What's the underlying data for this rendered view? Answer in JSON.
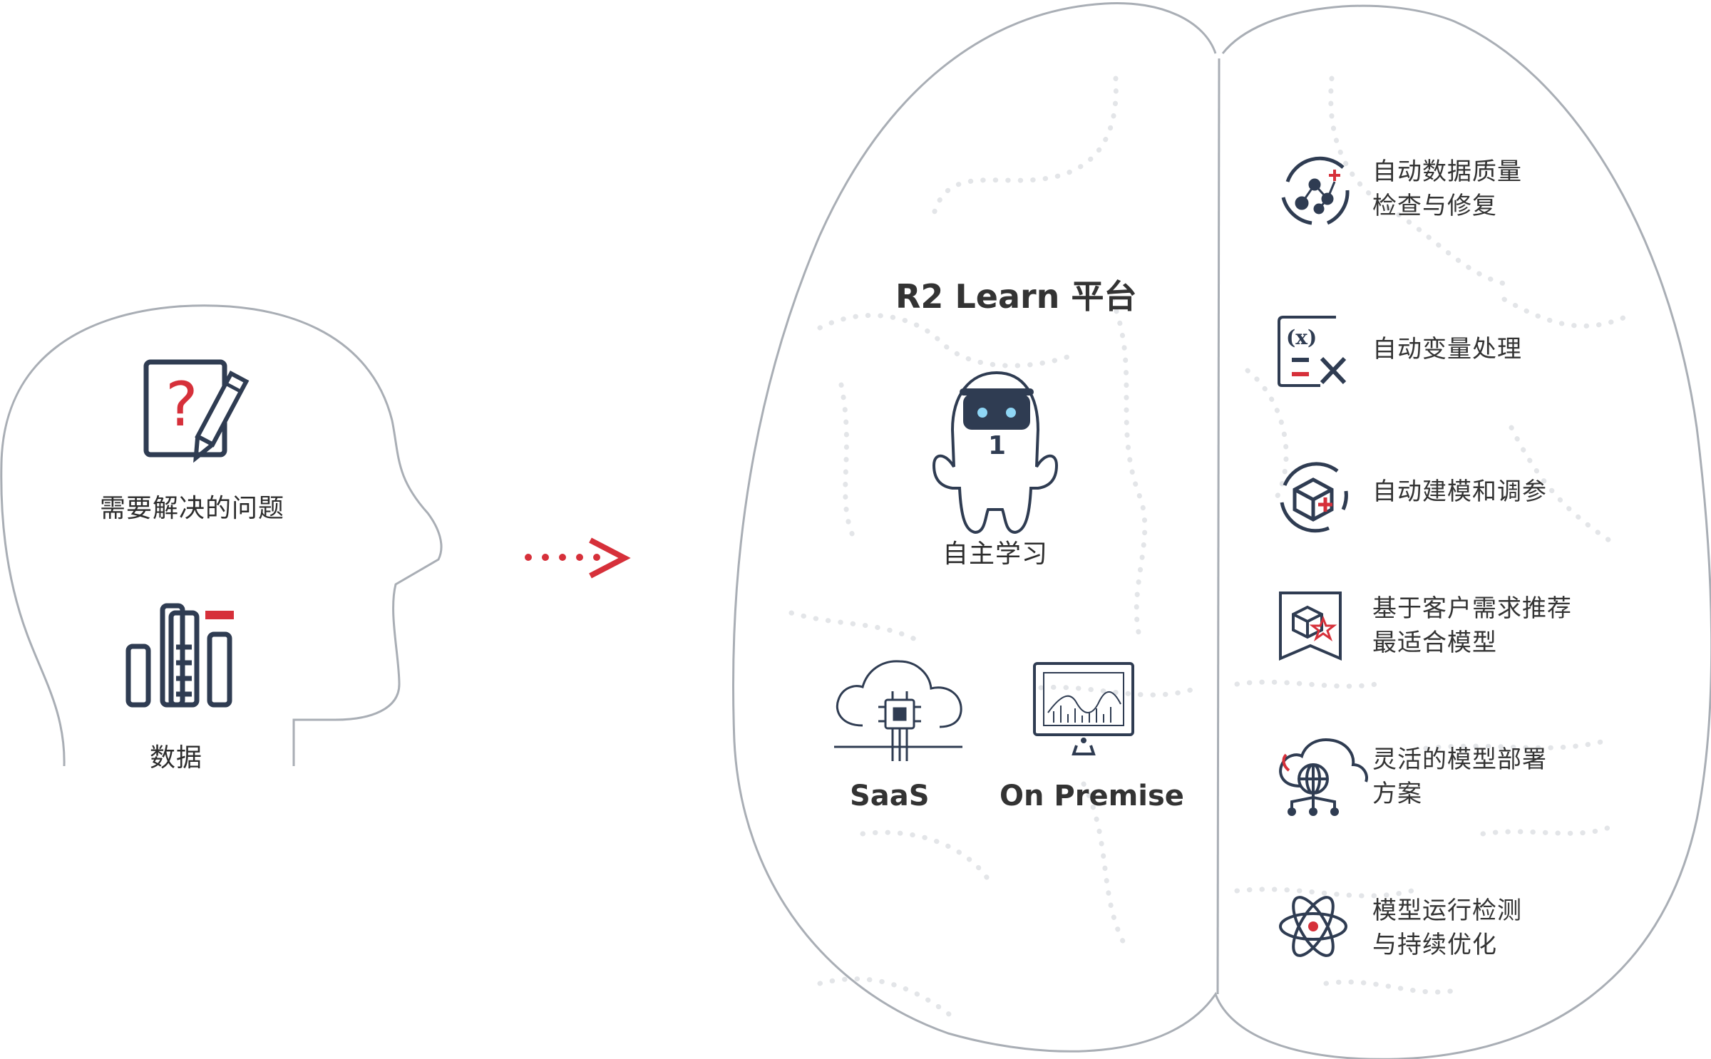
{
  "head": {
    "problem_label": "需要解决的问题",
    "data_label": "数据"
  },
  "platform": {
    "title": "R2 Learn 平台",
    "robot_badge": "1",
    "autonomous_label": "自主学习",
    "saas_label": "SaaS",
    "onpremise_label": "On Premise"
  },
  "features": [
    {
      "icon": "network-nodes-icon",
      "line1": "自动数据质量",
      "line2": "检查与修复"
    },
    {
      "icon": "variable-tools-icon",
      "line1": "自动变量处理",
      "line2": ""
    },
    {
      "icon": "model-cube-icon",
      "line1": "自动建模和调参",
      "line2": ""
    },
    {
      "icon": "recommend-badge-icon",
      "line1": "基于客户需求推荐",
      "line2": "最适合模型"
    },
    {
      "icon": "cloud-deploy-icon",
      "line1": "灵活的模型部署",
      "line2": "方案"
    },
    {
      "icon": "atom-monitor-icon",
      "line1": "模型运行检测",
      "line2": "与持续优化"
    }
  ],
  "colors": {
    "accent_red": "#d6303a",
    "icon_navy": "#2f3c52",
    "outline_gray": "#a9aeb5",
    "dots_gray": "#e2e4e7"
  }
}
